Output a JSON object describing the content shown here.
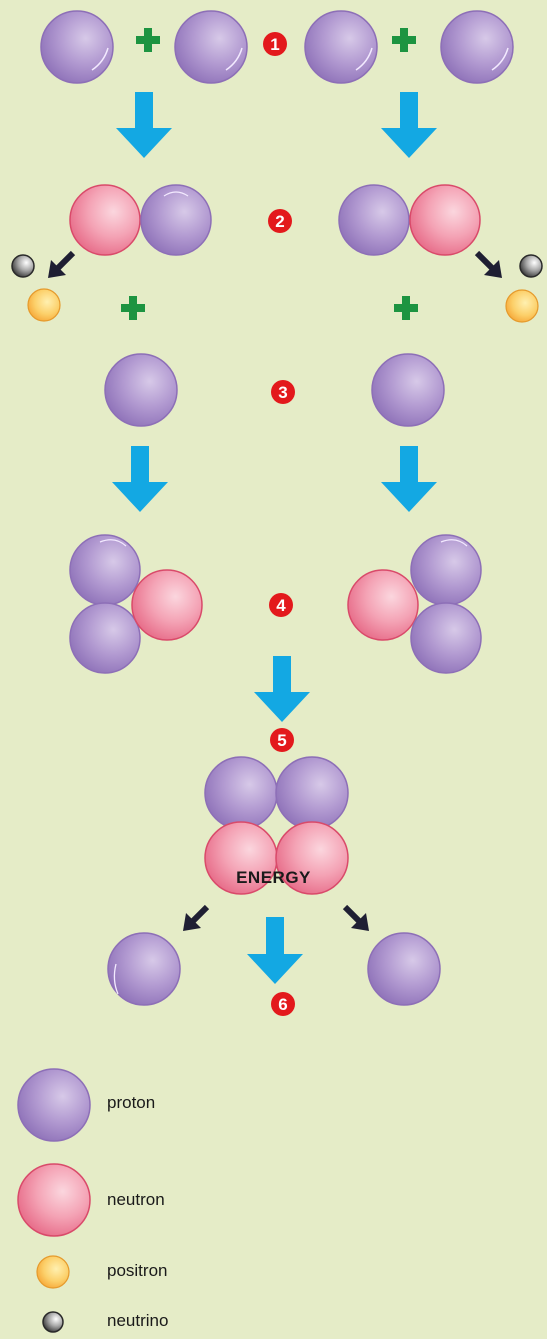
{
  "steps": [
    "1",
    "2",
    "3",
    "4",
    "5",
    "6"
  ],
  "energy_label": "ENERGY",
  "legend": {
    "proton": "proton",
    "neutron": "neutron",
    "positron": "positron",
    "neutrino": "neutrino"
  },
  "colors": {
    "background": "#e5ecc7",
    "proton": "#a990c9",
    "neutron": "#ef7f98",
    "positron": "#fbbe4e",
    "neutrino": "#8a8a8a",
    "flow_arrow": "#13a8e3",
    "plus": "#1d9441",
    "step_badge": "#e3191c",
    "emission_arrow": "#1f1f33"
  },
  "icons": [
    "plus-icon",
    "down-arrow-icon",
    "emission-arrow-icon",
    "step-badge"
  ]
}
